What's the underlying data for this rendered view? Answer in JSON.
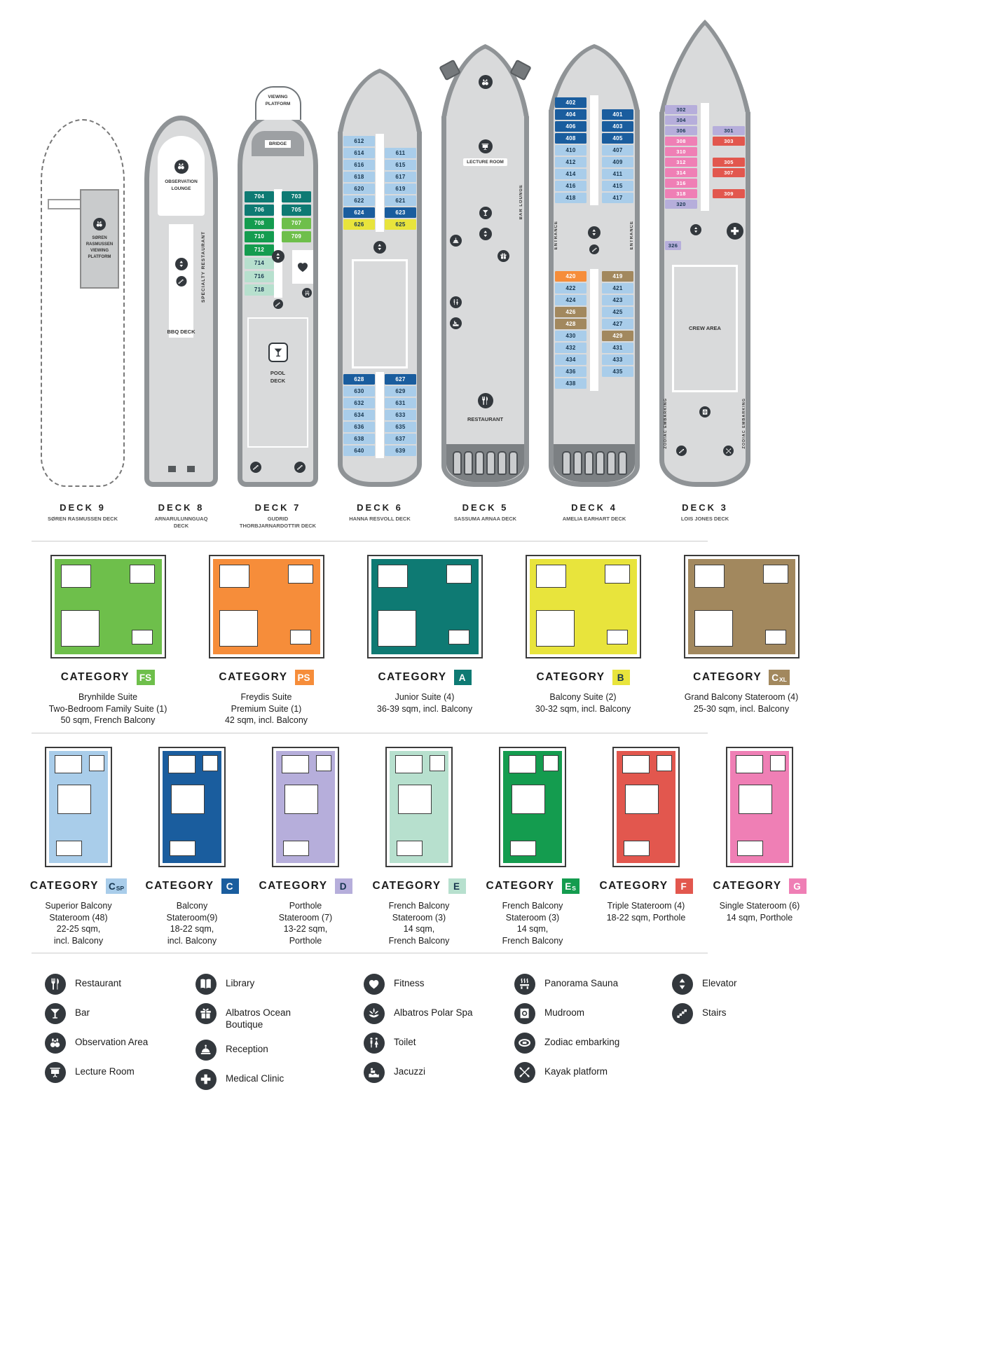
{
  "strings": {
    "category": "CATEGORY"
  },
  "colors": {
    "FS": "#6ebf4b",
    "PS": "#f68d3a",
    "A": "#0e7a73",
    "B": "#e8e43c",
    "CXL": "#a2885e",
    "CSP": "#a9cdea",
    "C": "#1a5d9e",
    "D": "#b6aedb",
    "E": "#b7e0ce",
    "ES": "#149c4f",
    "F": "#e2574e",
    "G": "#ef7fb5"
  },
  "dark_text_categories": [
    "CSP",
    "E",
    "D",
    "B"
  ],
  "decks": {
    "d9": {
      "label": "DECK 9",
      "name": "SØREN RASMUSSEN DECK",
      "platform": "SØREN\nRASMUSSEN\nVIEWING\nPLATFORM"
    },
    "d8": {
      "label": "DECK 8",
      "name": "ARNARULUNNGUAQ\nDECK",
      "observation_lounge": "OBSERVATION\nLOUNGE",
      "specialty_restaurant": "SPECIALTY RESTAURANT",
      "bbq_deck": "BBQ DECK"
    },
    "d7": {
      "label": "DECK 7",
      "name": "GUDRID\nTHORBJARNARDOTTIR DECK",
      "viewing_platform": "VIEWING\nPLATFORM",
      "bridge": "BRIDGE",
      "pool_deck": "POOL\nDECK",
      "rows": [
        {
          "l": "704",
          "lc": "A",
          "r": "703",
          "rc": "A"
        },
        {
          "l": "706",
          "lc": "A",
          "r": "705",
          "rc": "A"
        },
        {
          "l": "708",
          "lc": "ES",
          "r": "707",
          "rc": "FS"
        },
        {
          "l": "710",
          "lc": "ES",
          "r": "709",
          "rc": "FS"
        },
        {
          "l": "712",
          "lc": "ES"
        },
        {
          "l": "714",
          "lc": "E"
        },
        {
          "l": "716",
          "lc": "E"
        },
        {
          "l": "718",
          "lc": "E"
        }
      ]
    },
    "d6": {
      "label": "DECK 6",
      "name": "HANNA RESVOLL DECK",
      "rows_top": [
        {
          "l": "612",
          "lc": "CSP"
        },
        {
          "l": "614",
          "lc": "CSP",
          "r": "611",
          "rc": "CSP"
        },
        {
          "l": "616",
          "lc": "CSP",
          "r": "615",
          "rc": "CSP"
        },
        {
          "l": "618",
          "lc": "CSP",
          "r": "617",
          "rc": "CSP"
        },
        {
          "l": "620",
          "lc": "CSP",
          "r": "619",
          "rc": "CSP"
        },
        {
          "l": "622",
          "lc": "CSP",
          "r": "621",
          "rc": "CSP"
        },
        {
          "l": "624",
          "lc": "C",
          "r": "623",
          "rc": "C"
        },
        {
          "l": "626",
          "lc": "B",
          "r": "625",
          "rc": "B"
        }
      ],
      "rows_bottom": [
        {
          "l": "628",
          "lc": "C",
          "r": "627",
          "rc": "C"
        },
        {
          "l": "630",
          "lc": "CSP",
          "r": "629",
          "rc": "CSP"
        },
        {
          "l": "632",
          "lc": "CSP",
          "r": "631",
          "rc": "CSP"
        },
        {
          "l": "634",
          "lc": "CSP",
          "r": "633",
          "rc": "CSP"
        },
        {
          "l": "636",
          "lc": "CSP",
          "r": "635",
          "rc": "CSP"
        },
        {
          "l": "638",
          "lc": "CSP",
          "r": "637",
          "rc": "CSP"
        },
        {
          "l": "640",
          "lc": "CSP",
          "r": "639",
          "rc": "CSP"
        }
      ]
    },
    "d5": {
      "label": "DECK 5",
      "name": "SASSUMA ARNAA DECK",
      "lecture_room": "LECTURE ROOM",
      "bar_lounge": "BAR LOUNGE",
      "restaurant": "RESTAURANT"
    },
    "d4": {
      "label": "DECK 4",
      "name": "AMELIA EARHART DECK",
      "entrance": "ENTRANCE",
      "rows_top": [
        {
          "l": "402",
          "lc": "C"
        },
        {
          "l": "404",
          "lc": "C",
          "r": "401",
          "rc": "C"
        },
        {
          "l": "406",
          "lc": "C",
          "r": "403",
          "rc": "C"
        },
        {
          "l": "408",
          "lc": "C",
          "r": "405",
          "rc": "C"
        },
        {
          "l": "410",
          "lc": "CSP",
          "r": "407",
          "rc": "CSP"
        },
        {
          "l": "412",
          "lc": "CSP",
          "r": "409",
          "rc": "CSP"
        },
        {
          "l": "414",
          "lc": "CSP",
          "r": "411",
          "rc": "CSP"
        },
        {
          "l": "416",
          "lc": "CSP",
          "r": "415",
          "rc": "CSP"
        },
        {
          "l": "418",
          "lc": "CSP",
          "r": "417",
          "rc": "CSP"
        }
      ],
      "rows_mid": [
        {
          "l": "420",
          "lc": "PS",
          "r": "419",
          "rc": "CXL"
        },
        {
          "l": "422",
          "lc": "CSP",
          "r": "421",
          "rc": "CSP"
        },
        {
          "l": "424",
          "lc": "CSP",
          "r": "423",
          "rc": "CSP"
        },
        {
          "l": "426",
          "lc": "CXL",
          "r": "425",
          "rc": "CSP"
        },
        {
          "l": "428",
          "lc": "CXL",
          "r": "427",
          "rc": "CSP"
        },
        {
          "l": "430",
          "lc": "CSP",
          "r": "429",
          "rc": "CXL"
        },
        {
          "l": "432",
          "lc": "CSP",
          "r": "431",
          "rc": "CSP"
        },
        {
          "l": "434",
          "lc": "CSP",
          "r": "433",
          "rc": "CSP"
        },
        {
          "l": "436",
          "lc": "CSP",
          "r": "435",
          "rc": "CSP"
        },
        {
          "l": "438",
          "lc": "CSP"
        }
      ]
    },
    "d3": {
      "label": "DECK 3",
      "name": "LOIS JONES DECK",
      "crew_area": "CREW AREA",
      "zodiac_embarking": "ZODIAC EMBARKING",
      "rows": [
        {
          "l": "302",
          "lc": "D"
        },
        {
          "l": "304",
          "lc": "D"
        },
        {
          "l": "306",
          "lc": "D",
          "r": "301",
          "rc": "D"
        },
        {
          "l": "308",
          "lc": "G",
          "r": "303",
          "rc": "F"
        },
        {
          "l": "310",
          "lc": "G"
        },
        {
          "l": "312",
          "lc": "G",
          "r": "305",
          "rc": "F"
        },
        {
          "l": "314",
          "lc": "G",
          "r": "307",
          "rc": "F"
        },
        {
          "l": "316",
          "lc": "G"
        },
        {
          "l": "318",
          "lc": "G",
          "r": "309",
          "rc": "F"
        },
        {
          "l": "320",
          "lc": "D"
        }
      ],
      "rows2": [
        {
          "l": "326",
          "lc": "D"
        }
      ]
    }
  },
  "categories": {
    "row1": [
      {
        "code": "FS",
        "code_main": "FS",
        "desc": "Brynhilde Suite\nTwo-Bedroom Family Suite (1)\n50 sqm, French Balcony"
      },
      {
        "code": "PS",
        "code_main": "PS",
        "desc": "Freydis Suite\nPremium Suite (1)\n42 sqm, incl. Balcony"
      },
      {
        "code": "A",
        "code_main": "A",
        "desc": "Junior Suite (4)\n36-39 sqm, incl. Balcony"
      },
      {
        "code": "B",
        "code_main": "B",
        "desc": "Balcony Suite (2)\n30-32 sqm, incl. Balcony"
      },
      {
        "code": "CXL",
        "code_main": "C",
        "code_sub": "XL",
        "desc": "Grand Balcony Stateroom (4)\n25-30 sqm, incl. Balcony"
      }
    ],
    "row2": [
      {
        "code": "CSP",
        "code_main": "C",
        "code_sub": "SP",
        "desc": "Superior Balcony\nStateroom (48)\n22-25 sqm,\nincl. Balcony"
      },
      {
        "code": "C",
        "code_main": "C",
        "desc": "Balcony\nStateroom(9)\n18-22 sqm,\nincl. Balcony"
      },
      {
        "code": "D",
        "code_main": "D",
        "desc": "Porthole\nStateroom (7)\n13-22 sqm,\nPorthole"
      },
      {
        "code": "E",
        "code_main": "E",
        "desc": "French Balcony\nStateroom (3)\n14 sqm,\nFrench Balcony"
      },
      {
        "code": "ES",
        "code_main": "E",
        "code_sub": "S",
        "desc": "French Balcony\nStateroom (3)\n14 sqm,\nFrench Balcony"
      },
      {
        "code": "F",
        "code_main": "F",
        "desc": "Triple Stateroom (4)\n18-22 sqm, Porthole"
      },
      {
        "code": "G",
        "code_main": "G",
        "desc": "Single Stateroom (6)\n14 sqm, Porthole"
      }
    ]
  },
  "legend": {
    "restaurant": {
      "icon": "restaurant-icon",
      "label": "Restaurant"
    },
    "bar": {
      "icon": "bar-icon",
      "label": "Bar"
    },
    "observation": {
      "icon": "observation-area-icon",
      "label": "Observation Area"
    },
    "lecture": {
      "icon": "lecture-room-icon",
      "label": "Lecture Room"
    },
    "library": {
      "icon": "library-icon",
      "label": "Library"
    },
    "boutique": {
      "icon": "boutique-icon",
      "label": "Albatros Ocean Boutique"
    },
    "reception": {
      "icon": "reception-icon",
      "label": "Reception"
    },
    "medical": {
      "icon": "medical-clinic-icon",
      "label": "Medical Clinic"
    },
    "fitness": {
      "icon": "fitness-icon",
      "label": "Fitness"
    },
    "spa": {
      "icon": "polar-spa-icon",
      "label": "Albatros Polar Spa"
    },
    "toilet": {
      "icon": "toilet-icon",
      "label": "Toilet"
    },
    "jacuzzi": {
      "icon": "jacuzzi-icon",
      "label": "Jacuzzi"
    },
    "sauna": {
      "icon": "panorama-sauna-icon",
      "label": "Panorama Sauna"
    },
    "mudroom": {
      "icon": "mudroom-icon",
      "label": "Mudroom"
    },
    "zodiac": {
      "icon": "zodiac-embarking-icon",
      "label": "Zodiac embarking"
    },
    "kayak": {
      "icon": "kayak-platform-icon",
      "label": "Kayak platform"
    },
    "elevator": {
      "icon": "elevator-icon",
      "label": "Elevator"
    },
    "stairs": {
      "icon": "stairs-icon",
      "label": "Stairs"
    }
  }
}
